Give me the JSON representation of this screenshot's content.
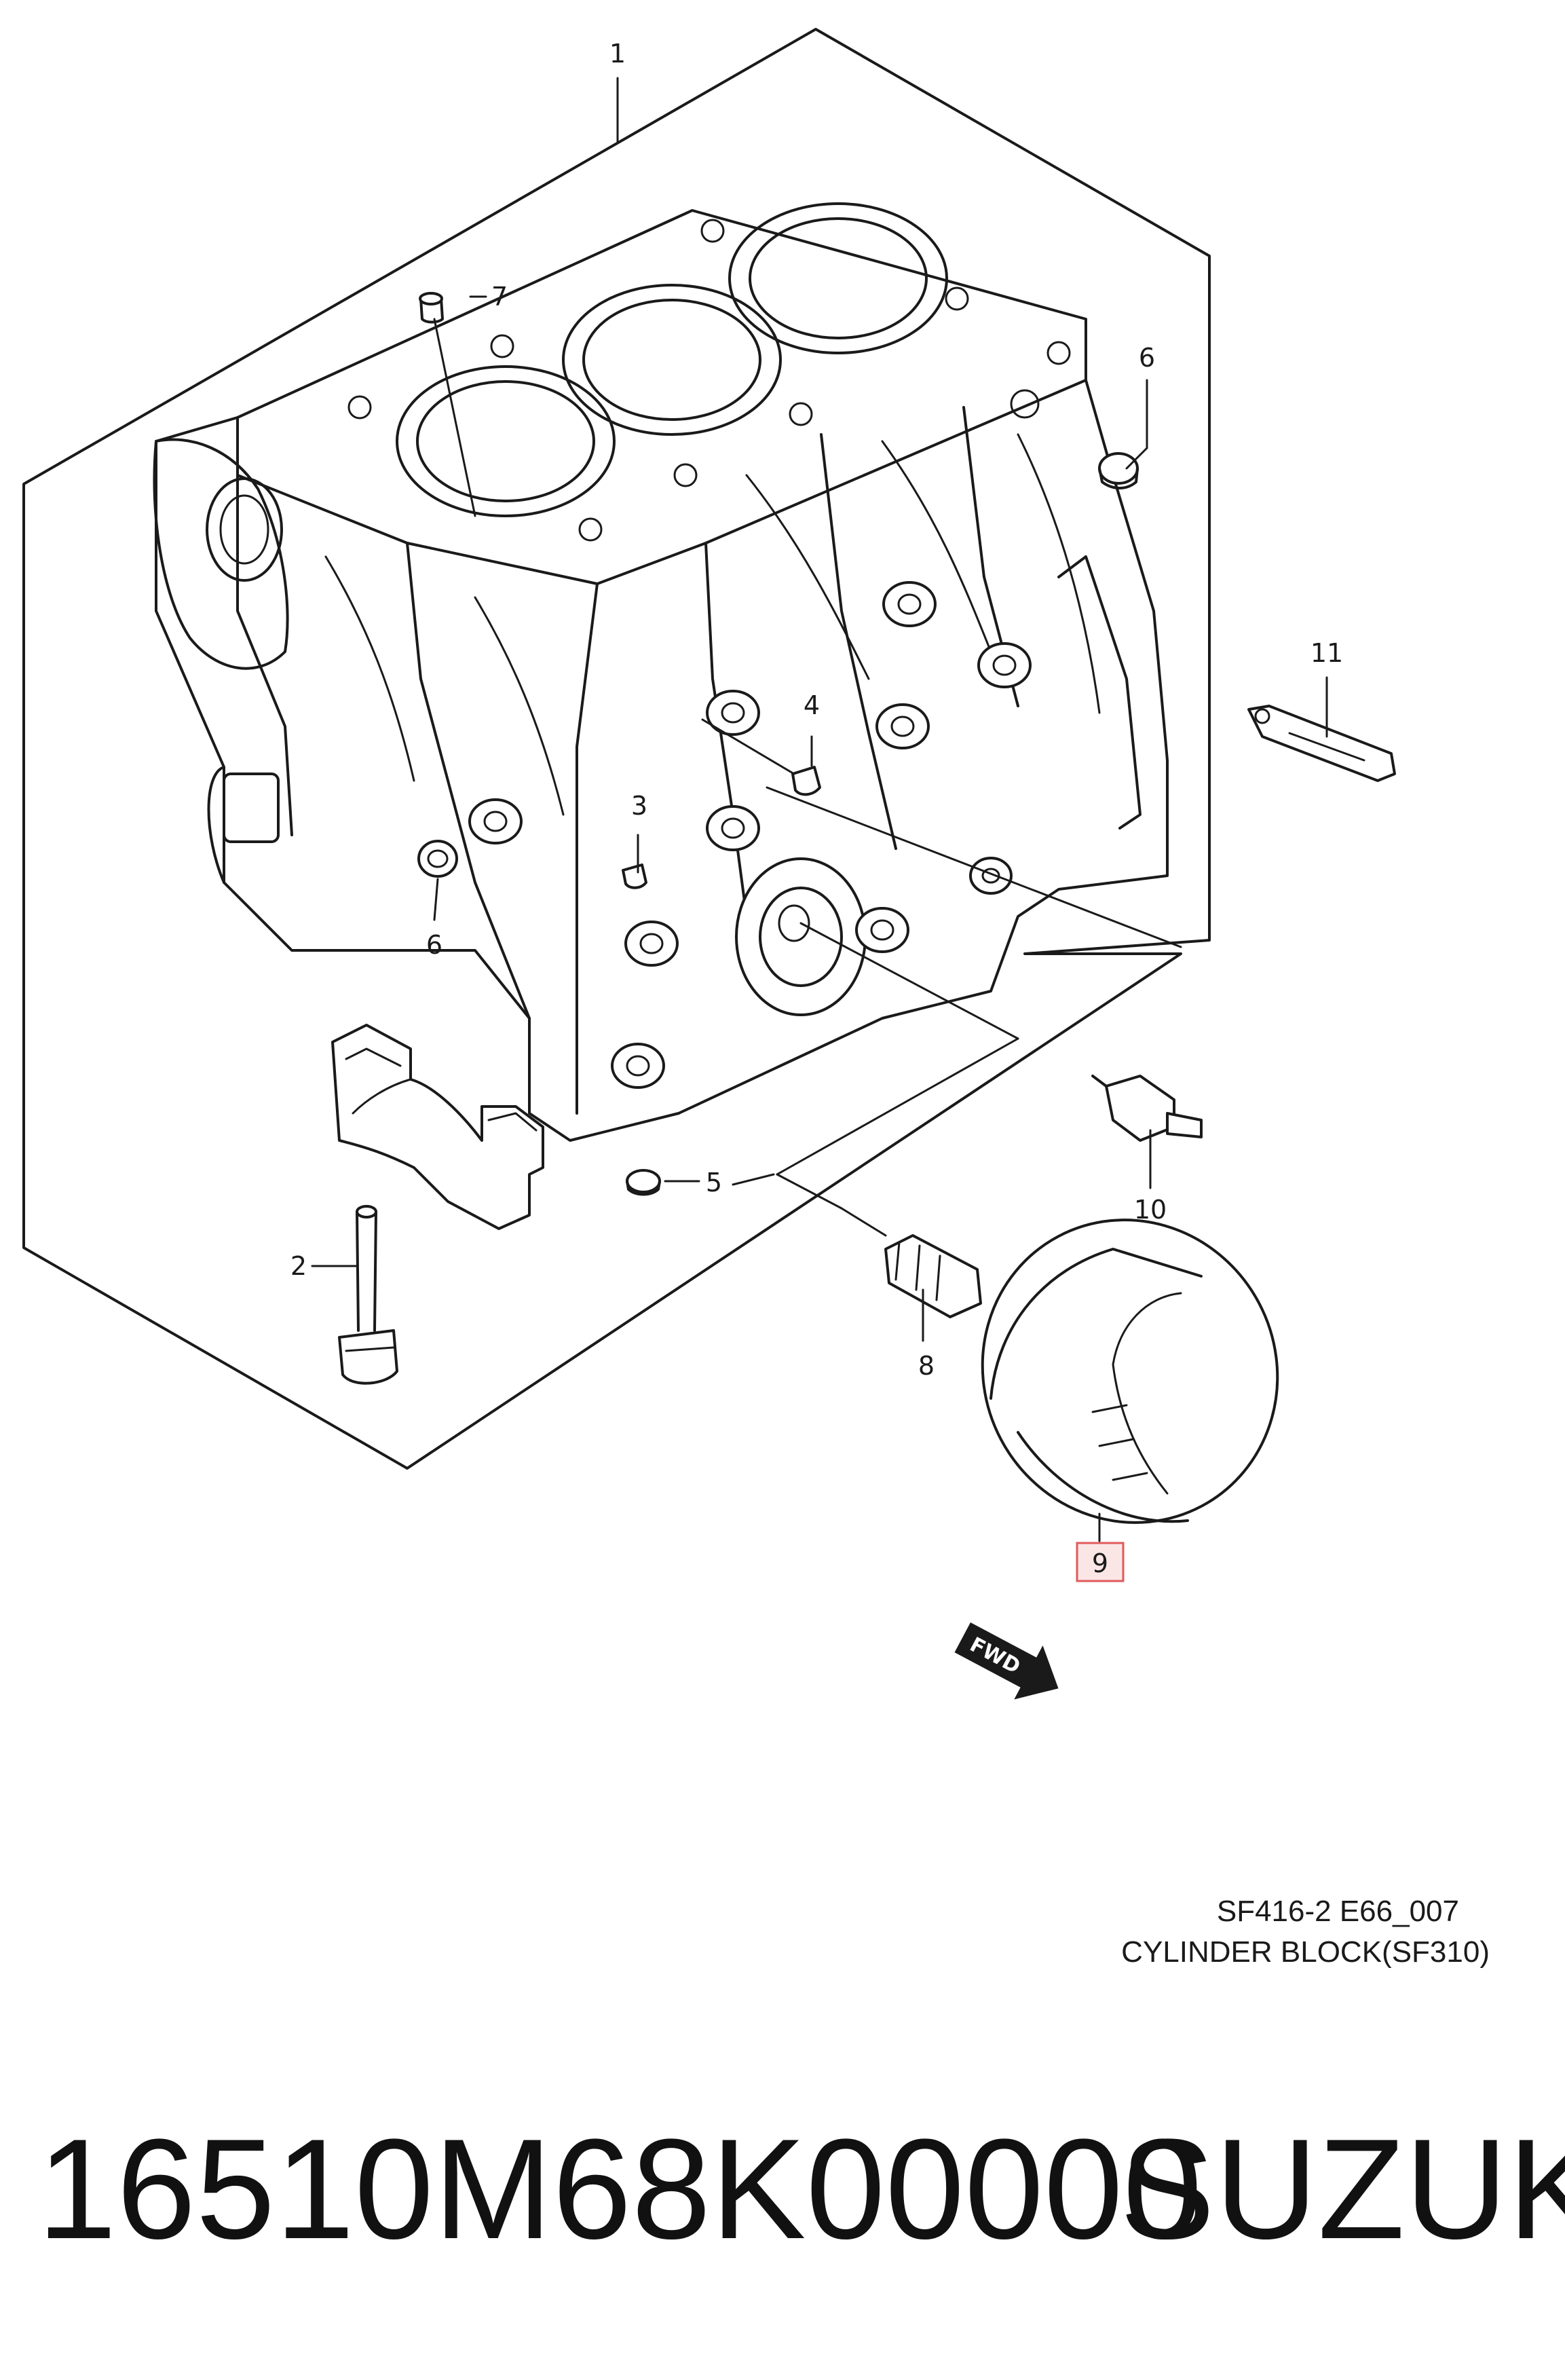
{
  "diagram": {
    "code": "SF416-2 E66_007",
    "title": "CYLINDER BLOCK(SF310)",
    "highlight_color": "#e05a5a",
    "callouts": [
      {
        "id": "1",
        "label": "1"
      },
      {
        "id": "2",
        "label": "2"
      },
      {
        "id": "3",
        "label": "3"
      },
      {
        "id": "4",
        "label": "4"
      },
      {
        "id": "5",
        "label": "5"
      },
      {
        "id": "6a",
        "label": "6"
      },
      {
        "id": "6b",
        "label": "6"
      },
      {
        "id": "7",
        "label": "7"
      },
      {
        "id": "8",
        "label": "8"
      },
      {
        "id": "9",
        "label": "9",
        "highlighted": true
      },
      {
        "id": "10",
        "label": "10"
      },
      {
        "id": "11",
        "label": "11"
      }
    ],
    "fwd_marker": "FWD"
  },
  "footer": {
    "part_number": "16510M68K00000",
    "brand": "SUZUKI"
  }
}
